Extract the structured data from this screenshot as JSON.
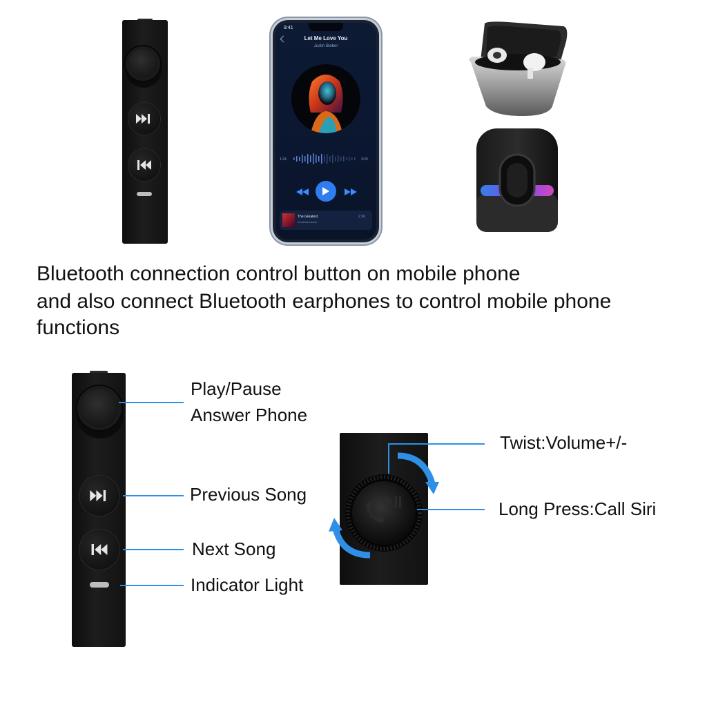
{
  "phone": {
    "status_time": "9:41",
    "song_title": "Let Me Love You",
    "artist": "Justin Bieber",
    "time_elapsed": "1:24",
    "time_total": "3:24",
    "mini_title": "The Greatest",
    "mini_artist": "Kendrick Lamar",
    "mini_time": "2:36"
  },
  "headline": {
    "line1": "Bluetooth connection control button on mobile phone",
    "line2": "and also connect Bluetooth earphones to control mobile phone",
    "line3": "functions"
  },
  "labels": {
    "play_pause": "Play/Pause",
    "answer_phone": "Answer Phone",
    "previous_song": "Previous Song",
    "next_song": "Next Song",
    "indicator_light": "Indicator Light",
    "twist": "Twist:Volume+/-",
    "long_press": "Long Press:Call Siri"
  },
  "colors": {
    "callout_line": "#2f8fe6",
    "play_button": "#2f7df0",
    "speaker_glow": "#7d4dff"
  },
  "icons": [
    "fast-forward-icon",
    "rewind-icon",
    "phone-icon",
    "play-pause-icon",
    "rotate-arrow-icon"
  ]
}
